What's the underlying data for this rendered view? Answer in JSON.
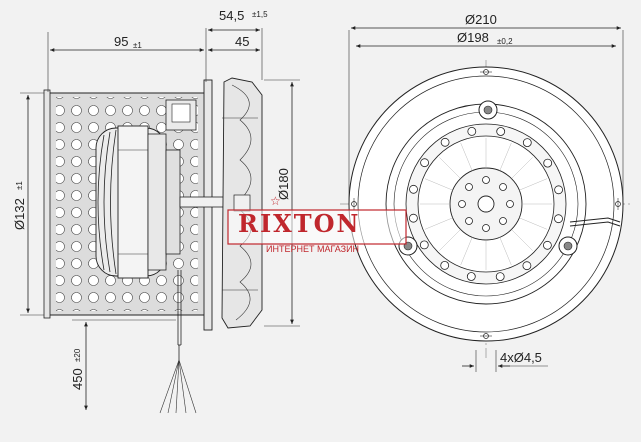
{
  "dimensions": {
    "length_95": {
      "value": "95",
      "tol": "±1"
    },
    "length_54_5": {
      "value": "54,5",
      "tol": "±1,5"
    },
    "length_45": {
      "value": "45"
    },
    "dia_210": {
      "value": "Ø210"
    },
    "dia_198": {
      "value": "Ø198",
      "tol": "±0,2"
    },
    "dia_132": {
      "value": "Ø132",
      "tol": "±1"
    },
    "dia_180": {
      "value": "Ø180"
    },
    "cable_450": {
      "value": "450",
      "tol": "±20"
    },
    "holes": {
      "value": "4xØ4,5"
    }
  },
  "watermark": {
    "brand": "RIXTON",
    "subtitle": "ИНТЕРНЕТ МАГАЗИН"
  },
  "colors": {
    "background": "#f2f2f2",
    "line": "#222222",
    "fill_gray": "#d9d9d9",
    "brand_red": "#c0272d"
  }
}
